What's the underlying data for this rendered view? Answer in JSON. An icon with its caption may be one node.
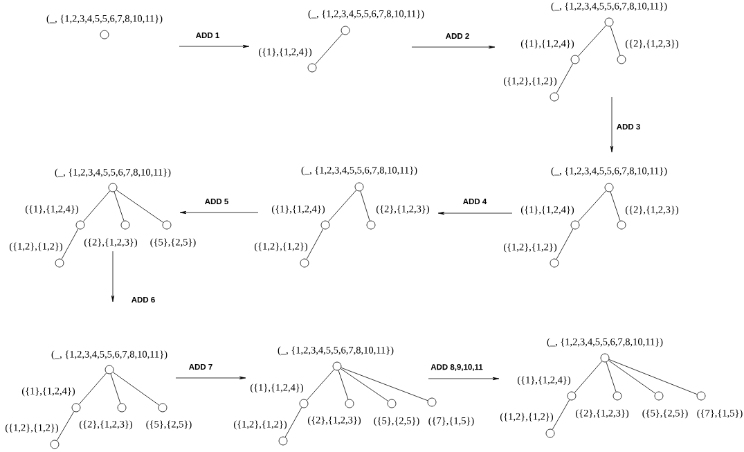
{
  "diagram": {
    "nodes": [
      {
        "text": [],
        "shape": "circle",
        "beside": [
          "(_, {1,2,3,4,5,5,6,7,8,10,11})"
        ]
      },
      {
        "text": [],
        "shape": "circle",
        "beside": [
          "(_, {1,2,3,4,5,5,6,7,8,10,11})"
        ]
      },
      {
        "text": [],
        "shape": "circle",
        "beside": [
          "({1},{1,2,4})"
        ]
      },
      {
        "text": [],
        "shape": "circle",
        "beside": [
          "(_, {1,2,3,4,5,5,6,7,8,10,11})"
        ]
      },
      {
        "text": [],
        "shape": "circle",
        "beside": [
          "({1},{1,2,4})"
        ]
      },
      {
        "text": [],
        "shape": "circle",
        "beside": [
          "({2},{1,2,3})"
        ]
      },
      {
        "text": [],
        "shape": "circle",
        "beside": [
          "({1,2},{1,2})"
        ]
      },
      {
        "text": [],
        "shape": "circle",
        "beside": [
          "(_, {1,2,3,4,5,5,6,7,8,10,11})"
        ]
      },
      {
        "text": [],
        "shape": "circle",
        "beside": [
          "({1},{1,2,4})"
        ]
      },
      {
        "text": [],
        "shape": "circle",
        "beside": [
          "({2},{1,2,3})"
        ]
      },
      {
        "text": [],
        "shape": "circle",
        "beside": [
          "({1,2},{1,2})"
        ]
      },
      {
        "text": [],
        "shape": "circle",
        "beside": [
          "(_, {1,2,3,4,5,5,6,7,8,10,11})"
        ]
      },
      {
        "text": [],
        "shape": "circle",
        "beside": [
          "({1},{1,2,4})"
        ]
      },
      {
        "text": [],
        "shape": "circle",
        "beside": [
          "({2},{1,2,3})"
        ]
      },
      {
        "text": [],
        "shape": "circle",
        "beside": [
          "({1,2},{1,2})"
        ]
      },
      {
        "text": [],
        "shape": "circle",
        "beside": [
          "(_, {1,2,3,4,5,5,6,7,8,10,11})"
        ]
      },
      {
        "text": [],
        "shape": "circle",
        "beside": [
          "({1},{1,2,4})"
        ]
      },
      {
        "text": [],
        "shape": "circle",
        "beside": [
          "({2},{1,2,3})"
        ]
      },
      {
        "text": [],
        "shape": "circle",
        "beside": [
          "({5},{2,5})"
        ]
      },
      {
        "text": [],
        "shape": "circle",
        "beside": [
          "({1,2},{1,2})"
        ]
      },
      {
        "text": [],
        "shape": "circle",
        "beside": [
          "(_, {1,2,3,4,5,5,6,7,8,10,11})"
        ]
      },
      {
        "text": [],
        "shape": "circle",
        "beside": [
          "({1},{1,2,4})"
        ]
      },
      {
        "text": [],
        "shape": "circle",
        "beside": [
          "({2},{1,2,3})"
        ]
      },
      {
        "text": [],
        "shape": "circle",
        "beside": [
          "({5},{2,5})"
        ]
      },
      {
        "text": [],
        "shape": "circle",
        "beside": [
          "({1,2},{1,2})"
        ]
      },
      {
        "text": [],
        "shape": "circle",
        "beside": [
          "(_, {1,2,3,4,5,5,6,7,8,10,11})"
        ]
      },
      {
        "text": [],
        "shape": "circle",
        "beside": [
          "({1},{1,2,4})"
        ]
      },
      {
        "text": [],
        "shape": "circle",
        "beside": [
          "({2},{1,2,3})"
        ]
      },
      {
        "text": [],
        "shape": "circle",
        "beside": [
          "({5},{2,5})"
        ]
      },
      {
        "text": [],
        "shape": "circle",
        "beside": [
          "({7},{1,5})"
        ]
      },
      {
        "text": [],
        "shape": "circle",
        "beside": [
          "({1,2},{1,2})"
        ]
      },
      {
        "text": [],
        "shape": "circle",
        "beside": [
          "(_, {1,2,3,4,5,5,6,7,8,10,11})"
        ]
      },
      {
        "text": [],
        "shape": "circle",
        "beside": [
          "({1},{1,2,4})"
        ]
      },
      {
        "text": [],
        "shape": "circle",
        "beside": [
          "({2},{1,2,3})"
        ]
      },
      {
        "text": [],
        "shape": "circle",
        "beside": [
          "({5},{2,5})"
        ]
      },
      {
        "text": [],
        "shape": "circle",
        "beside": [
          "({7},{1,5})"
        ]
      },
      {
        "text": [],
        "shape": "circle",
        "beside": [
          "({1,2},{1,2})"
        ]
      }
    ],
    "edges": [
      {
        "from": 1,
        "to": 2,
        "arrow": "none"
      },
      {
        "from": 3,
        "to": 4,
        "arrow": "none"
      },
      {
        "from": 3,
        "to": 5,
        "arrow": "none"
      },
      {
        "from": 4,
        "to": 6,
        "arrow": "none"
      },
      {
        "from": 7,
        "to": 8,
        "arrow": "none"
      },
      {
        "from": 7,
        "to": 9,
        "arrow": "none"
      },
      {
        "from": 8,
        "to": 10,
        "arrow": "none"
      },
      {
        "from": 11,
        "to": 12,
        "arrow": "none"
      },
      {
        "from": 11,
        "to": 13,
        "arrow": "none"
      },
      {
        "from": 12,
        "to": 14,
        "arrow": "none"
      },
      {
        "from": 15,
        "to": 16,
        "arrow": "none"
      },
      {
        "from": 15,
        "to": 17,
        "arrow": "none"
      },
      {
        "from": 15,
        "to": 18,
        "arrow": "none"
      },
      {
        "from": 16,
        "to": 19,
        "arrow": "none"
      },
      {
        "from": 20,
        "to": 21,
        "arrow": "none"
      },
      {
        "from": 20,
        "to": 22,
        "arrow": "none"
      },
      {
        "from": 20,
        "to": 23,
        "arrow": "none"
      },
      {
        "from": 21,
        "to": 24,
        "arrow": "none"
      },
      {
        "from": 25,
        "to": 26,
        "arrow": "none"
      },
      {
        "from": 25,
        "to": 27,
        "arrow": "none"
      },
      {
        "from": 25,
        "to": 28,
        "arrow": "none"
      },
      {
        "from": 25,
        "to": 29,
        "arrow": "none"
      },
      {
        "from": 26,
        "to": 30,
        "arrow": "none"
      },
      {
        "from": 31,
        "to": 32,
        "arrow": "none"
      },
      {
        "from": 31,
        "to": 33,
        "arrow": "none"
      },
      {
        "from": 31,
        "to": 34,
        "arrow": "none"
      },
      {
        "from": 31,
        "to": 35,
        "arrow": "none"
      },
      {
        "from": 32,
        "to": 36,
        "arrow": "none"
      }
    ],
    "labels": [
      "ADD 1",
      "ADD 2",
      "ADD 3",
      "ADD 4",
      "ADD 5",
      "ADD 6",
      "ADD 7",
      "ADD 8,9,10,11"
    ]
  }
}
